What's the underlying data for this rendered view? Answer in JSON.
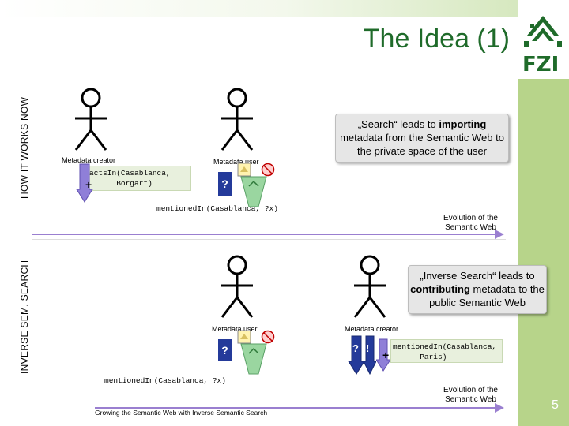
{
  "slide": {
    "title": "The Idea (1)",
    "page_number": "5",
    "footer": "Growing the Semantic Web with Inverse Semantic Search"
  },
  "logo": {
    "text": "FZI"
  },
  "section_top": {
    "label": "HOW IT WORKS NOW",
    "actor_creator": "Metadata creator",
    "actor_user": "Metadata user",
    "metadata_block": "actsIn(Casablanca,\n      Borgart)",
    "query": "mentionedIn(Casablanca, ?x)",
    "callout_pre": "„Search“ leads to ",
    "callout_bold": "importing",
    "callout_post": " metadata from the Semantic Web to the private space of the user",
    "question_mark": "?",
    "plus": "+",
    "evolution": "Evolution of the Semantic Web"
  },
  "section_bottom": {
    "label": "INVERSE SEM. SEARCH",
    "actor_user": "Metadata user",
    "actor_creator": "Metadata creator",
    "metadata_block": "mentionedIn(Casablanca,\n      Paris)",
    "query": "mentionedIn(Casablanca, ?x)",
    "callout_pre": "„Inverse Search“ leads to ",
    "callout_bold": "contributing",
    "callout_post": " metadata to the public Semantic Web",
    "question_mark": "?",
    "exclaim": "!",
    "plus": "+",
    "evolution": "Evolution of the Semantic Web"
  },
  "colors": {
    "title": "#1f6b2a",
    "sidebar": "#b7d48a",
    "arrow": "#9a7fd0",
    "question_box": "#243a9a",
    "bin": "#9ad6a0"
  },
  "icons": [
    "stick-figure-icon",
    "notebook-icon",
    "no-entry-icon",
    "recycle-bin-icon",
    "down-arrow-icon"
  ]
}
